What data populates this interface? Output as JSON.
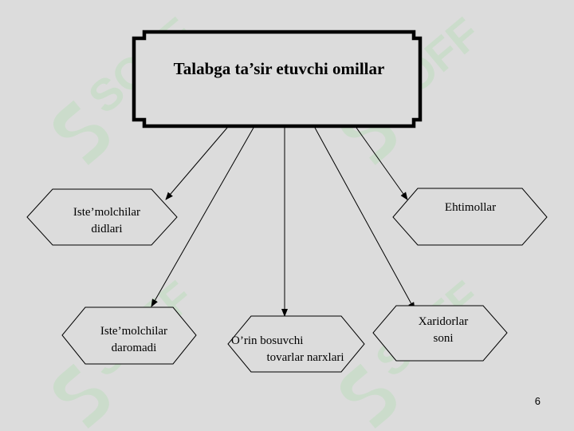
{
  "title": "Talabga ta’sir etuvchi omillar",
  "nodes": {
    "preferences": [
      "Iste’molchilar",
      "didlari"
    ],
    "expectations": [
      "Ehtimollar"
    ],
    "income": [
      "Iste’molchilar",
      "daromadi"
    ],
    "substitutes": [
      "O’rin bosuvchi",
      "tovarlar narxlari"
    ],
    "buyers": [
      "Xaridorlar",
      "soni"
    ]
  },
  "page_number": "6",
  "watermark": "SOFF",
  "colors": {
    "background": "#dcdcdc",
    "shape_fill": "#dcdcdc",
    "stroke": "#000000",
    "watermark": "#c2d6c2"
  }
}
